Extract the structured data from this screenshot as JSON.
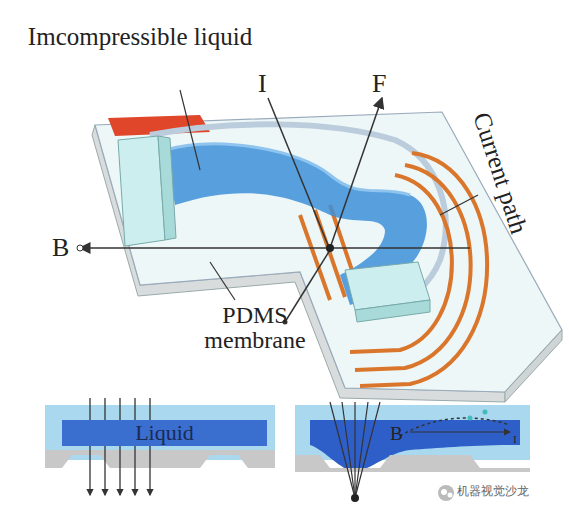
{
  "diagram": {
    "nodes": [
      {
        "text": [
          "Liquid"
        ]
      }
    ],
    "labels": [
      "Imcompressible liquid",
      "I",
      "F",
      "Current path",
      "B",
      "PDMS membrane",
      "B",
      "I",
      "机器视觉沙龙"
    ]
  }
}
